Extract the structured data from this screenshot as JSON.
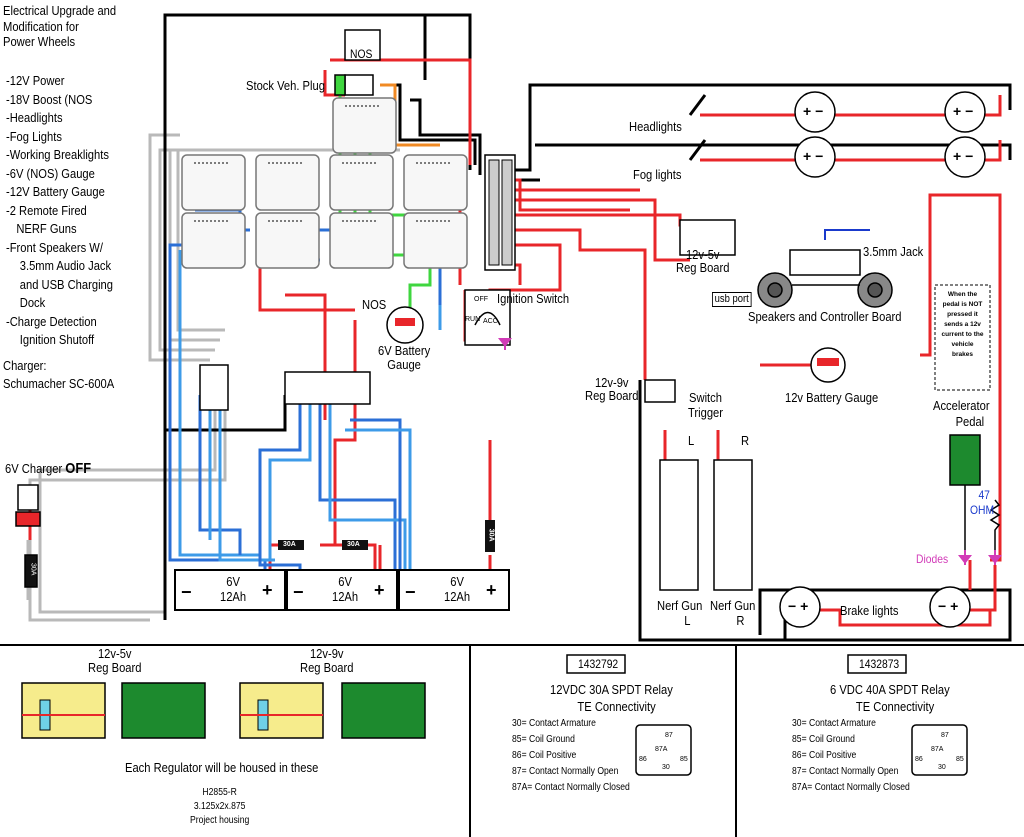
{
  "title": {
    "lines": [
      "Electrical Upgrade and",
      "Modification for",
      "Power Wheels"
    ]
  },
  "features": [
    "-12V Power",
    "-18V Boost (NOS",
    "-Headlights",
    "-Fog Lights",
    "-Working Breaklights",
    "-6V (NOS) Gauge",
    "-12V Battery Gauge",
    "-2 Remote Fired",
    "NERF Guns",
    "-Front Speakers W/",
    "3.5mm Audio Jack",
    "and USB Charging",
    "Dock",
    "-Charge Detection",
    "Ignition Shutoff"
  ],
  "charger": {
    "label": "Charger:",
    "model": "Schumacher SC-600A",
    "status_prefix": "6V Charger",
    "status": "OFF",
    "fuse": "30A"
  },
  "components": {
    "nos_switch": "NOS",
    "stock_plug": "Stock Veh. Plug",
    "nos_label": "NOS",
    "six_v_gauge": [
      "6V Battery",
      "Gauge"
    ],
    "ignition_switch": "Ignition Switch",
    "ignition_positions": [
      "OFF",
      "RUN",
      "ACC"
    ],
    "headlights": "Headlights",
    "fog_lights": "Fog lights",
    "reg_5v": [
      "12v-5v",
      "Reg Board"
    ],
    "usb_port": "usb port",
    "audio_jack": "3.5mm Jack",
    "speakers": "Speakers and Controller Board",
    "battery_gauge_12v": "12v Battery Gauge",
    "reg_9v": [
      "12v-9v",
      "Reg Board"
    ],
    "switch_trigger": [
      "Switch",
      "Trigger"
    ],
    "trigger_left": "L",
    "trigger_right": "R",
    "nerf_left": [
      "Nerf Gun",
      "L"
    ],
    "nerf_right": [
      "Nerf Gun",
      "R"
    ],
    "pedal_note": [
      "When the",
      "pedal is NOT",
      "pressed it",
      "sends a 12v",
      "current to the",
      "vehicle",
      "brakes"
    ],
    "accelerator": [
      "Accelerator",
      "Pedal"
    ],
    "resistor": [
      "47",
      "OHM"
    ],
    "diodes": "Diodes",
    "brake_lights": "Brake lights"
  },
  "batteries": [
    {
      "voltage": "6V",
      "capacity": "12Ah"
    },
    {
      "voltage": "6V",
      "capacity": "12Ah"
    },
    {
      "voltage": "6V",
      "capacity": "12Ah"
    }
  ],
  "fuses": [
    "30A",
    "30A",
    "30A"
  ],
  "bottom": {
    "reg5": [
      "12v-5v",
      "Reg Board"
    ],
    "reg9": [
      "12v-9v",
      "Reg Board"
    ],
    "housing_note": "Each Regulator will be housed in these",
    "housing": [
      "H2855-R",
      "3.125x2x.875",
      "Project housing"
    ],
    "relay30": {
      "part": "1432792",
      "title": "12VDC 30A SPDT Relay",
      "maker": "TE Connectivity",
      "pins": [
        "30= Contact Armature",
        "85= Coil Ground",
        "86= Coil Positive",
        "87= Contact Normally Open",
        "87A= Contact Normally Closed"
      ]
    },
    "relay40": {
      "part": "1432873",
      "title": "6 VDC 40A SPDT Relay",
      "maker": "TE Connectivity",
      "pins": [
        "30= Contact Armature",
        "85= Coil Ground",
        "86= Coil Positive",
        "87= Contact Normally Open",
        "87A= Contact Normally Closed"
      ]
    },
    "pin_labels": [
      "87",
      "87A",
      "86",
      "85",
      "30"
    ]
  },
  "colors": {
    "red": "#e8262a",
    "black": "#000000",
    "blue": "#2b6fd6",
    "lightblue": "#3d9be8",
    "gray": "#b9b9b9",
    "green": "#3fd63f",
    "orange": "#f08a24",
    "magenta": "#d23bb8",
    "relay_green": "#1d8a2e",
    "board_yellow": "#f6ec8c"
  }
}
